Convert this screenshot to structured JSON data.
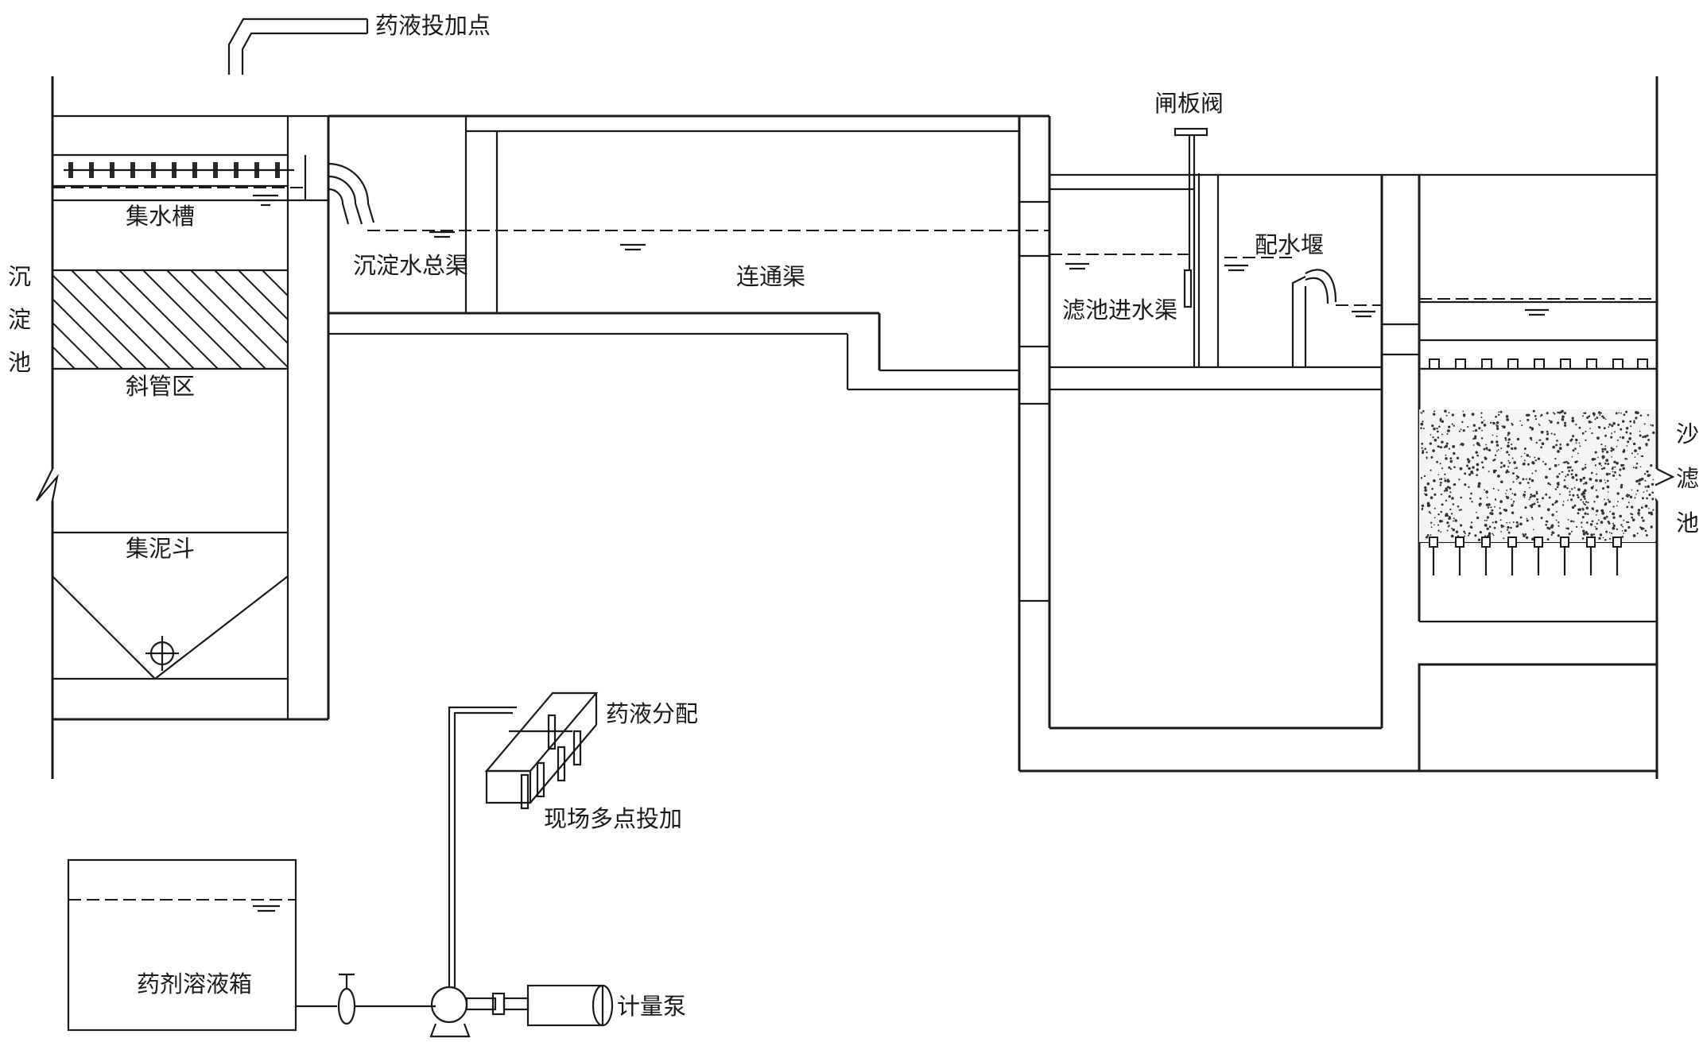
{
  "labels": {
    "dosing_point": "药液投加点",
    "collection_trough": "集水槽",
    "sed_tank_1": "沉",
    "sed_tank_2": "淀",
    "sed_tank_3": "池",
    "inclined_tube": "斜管区",
    "sludge_hopper": "集泥斗",
    "settled_channel": "沉淀水总渠",
    "connecting_channel": "连通渠",
    "gate_valve": "闸板阀",
    "dist_weir": "配水堰",
    "filter_inlet": "滤池进水渠",
    "sand_filter_1": "沙",
    "sand_filter_2": "滤",
    "sand_filter_3": "池",
    "dose_dist": "药液分配",
    "multi_point": "现场多点投加",
    "solution_tank": "药剂溶液箱",
    "metering_pump": "计量泵"
  }
}
